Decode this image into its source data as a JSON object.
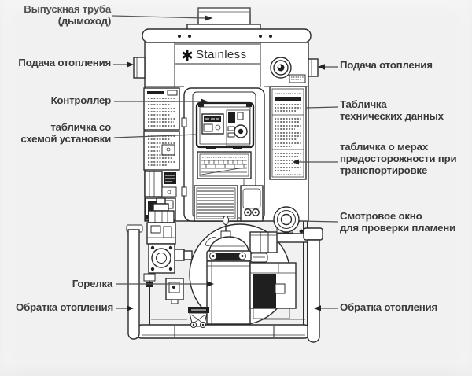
{
  "page": {
    "background_color": "#f1f1f1"
  },
  "diagram": {
    "brand": {
      "logo_text": "Stainless",
      "logo_icon": "stainless-asterisk-icon",
      "logo_icon_glyph": "✱"
    },
    "colors": {
      "line": "#2b2b2b",
      "label_text": "#3a3a3a",
      "leader": "#4f4f4f"
    },
    "callouts": {
      "exhaust_pipe": {
        "lines": [
          "Выпускная труба",
          "(дымоход)"
        ]
      },
      "heating_supply_left": {
        "lines": [
          "Подача отопления"
        ]
      },
      "controller": {
        "lines": [
          "Контроллер"
        ]
      },
      "installation_scheme_plate": {
        "lines": [
          "табличка со",
          "схемой установки"
        ]
      },
      "burner": {
        "lines": [
          "Горелка"
        ]
      },
      "heating_return_left": {
        "lines": [
          "Обратка отопления"
        ]
      },
      "heating_supply_right": {
        "lines": [
          "Подача отопления"
        ]
      },
      "technical_data_plate": {
        "lines": [
          "Табличка",
          "технических данных"
        ]
      },
      "transport_precautions_plate": {
        "lines": [
          "табличка о мерах",
          "предосторожности при",
          "транспортировке"
        ]
      },
      "sight_glass": {
        "lines": [
          "Смотровое окно",
          "для проверки пламени"
        ]
      },
      "heating_return_right": {
        "lines": [
          "Обратка отопления"
        ]
      }
    }
  }
}
